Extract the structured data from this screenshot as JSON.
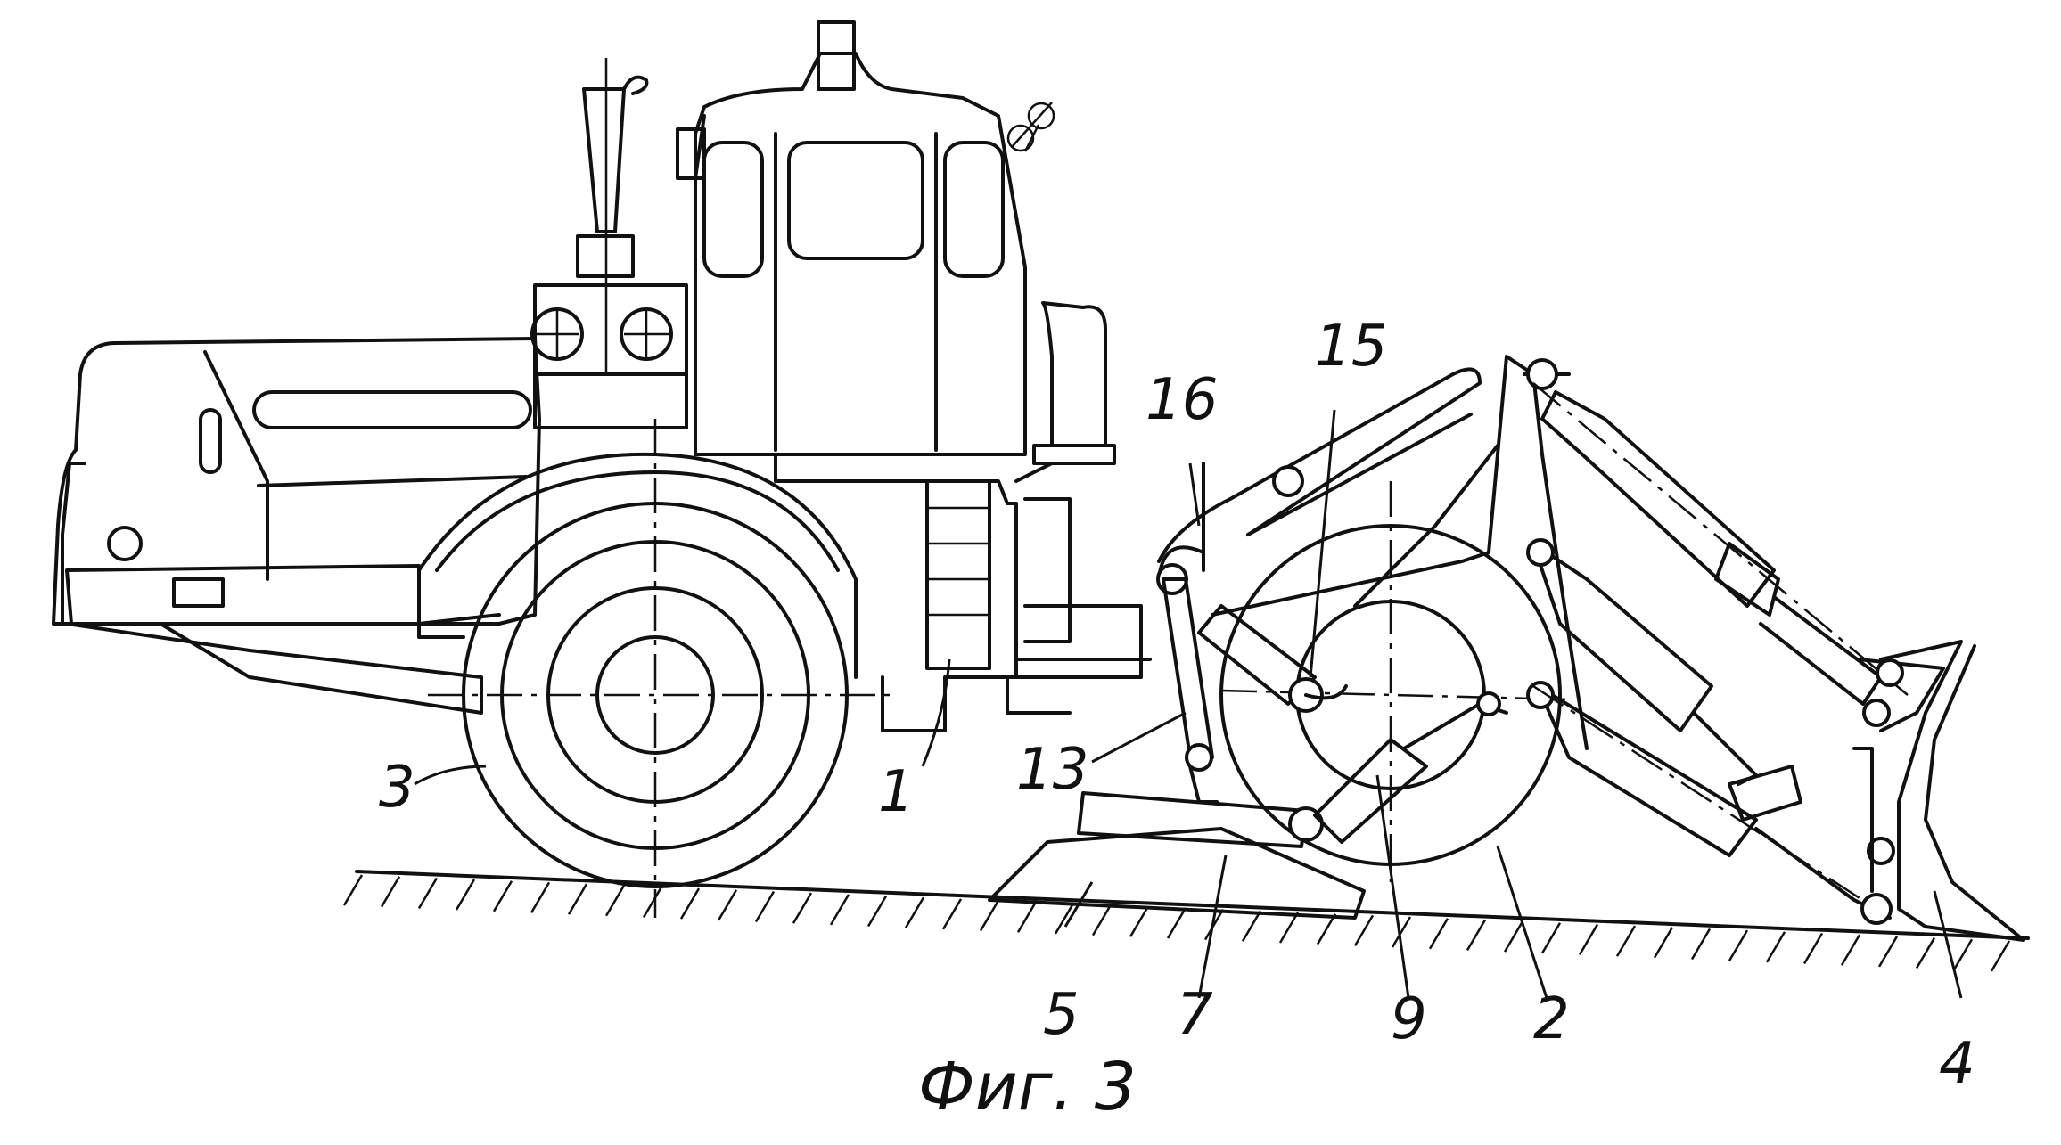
{
  "figure": {
    "caption": "Фиг. 3",
    "labels": [
      {
        "id": "1",
        "text": "1"
      },
      {
        "id": "2",
        "text": "2"
      },
      {
        "id": "3",
        "text": "3"
      },
      {
        "id": "4",
        "text": "4"
      },
      {
        "id": "5",
        "text": "5"
      },
      {
        "id": "7",
        "text": "7"
      },
      {
        "id": "9",
        "text": "9"
      },
      {
        "id": "13",
        "text": "13"
      },
      {
        "id": "15",
        "text": "15"
      },
      {
        "id": "16",
        "text": "16"
      }
    ]
  }
}
